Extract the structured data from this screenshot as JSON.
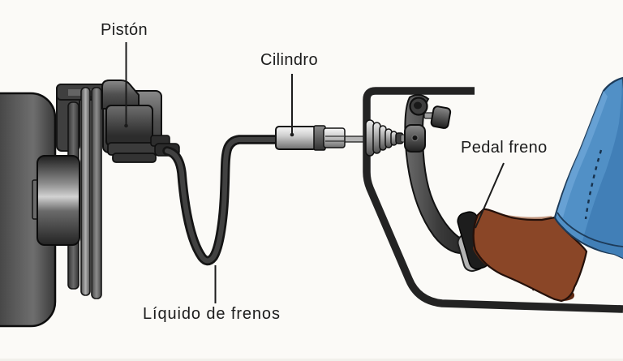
{
  "labels": {
    "piston": "Pistón",
    "cylinder": "Cilindro",
    "brake_pedal": "Pedal freno",
    "brake_fluid": "Líquido de frenos"
  },
  "colors": {
    "background": "#fbfaf7",
    "label_text": "#1c1c1c",
    "pointer_line": "#1c1c1c",
    "outline_black": "#111111",
    "metal_dark_gray": "#3a3a3a",
    "metal_mid_gray": "#6e6e6e",
    "metal_light_gray": "#cfcfcf",
    "hose_dark": "#2e2e2e",
    "boot_brown": "#8a4627",
    "boot_sole_brown": "#5e2913",
    "jeans_blue": "#5190c6",
    "jeans_shadow_blue": "#417fb7",
    "jeans_outline": "#1d3b59"
  }
}
